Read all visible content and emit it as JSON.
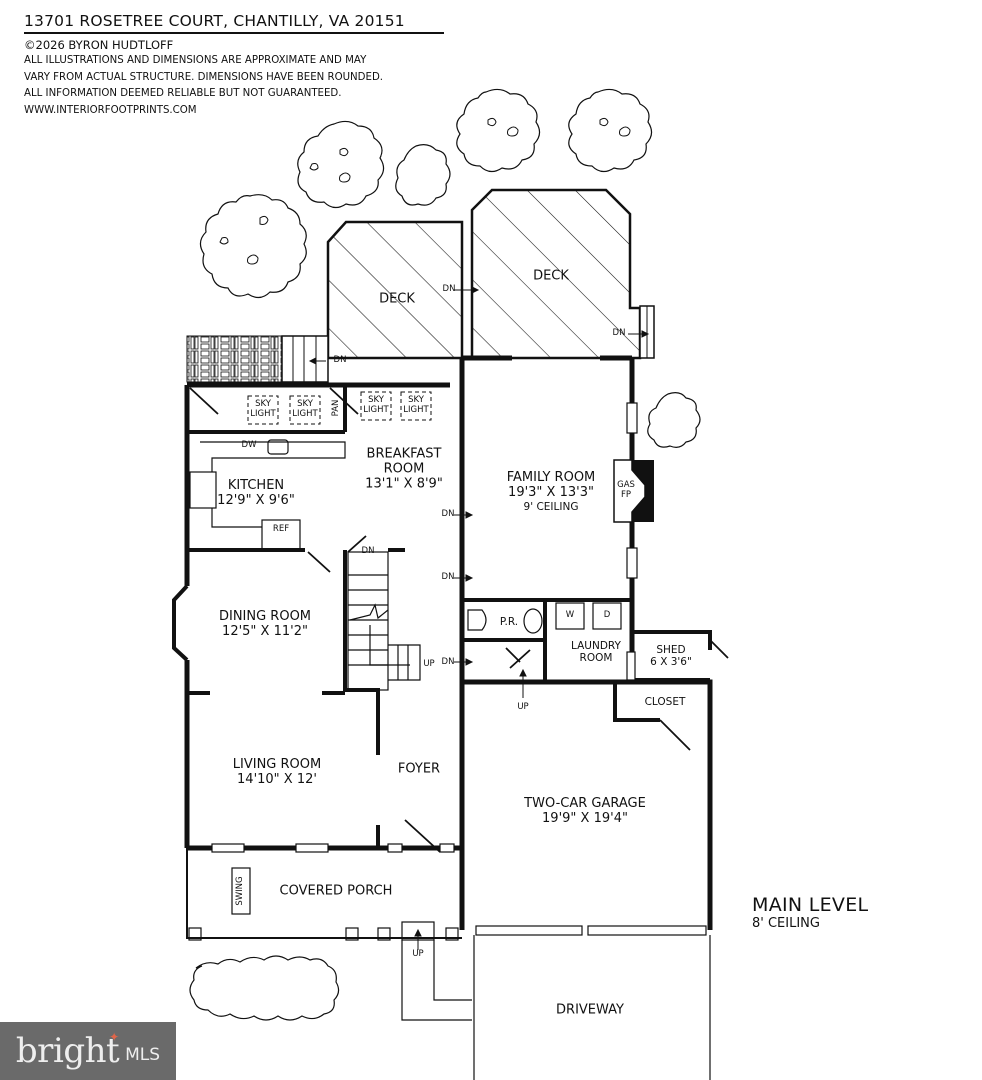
{
  "header": {
    "address": "13701 ROSETREE COURT, CHANTILLY, VA 20151",
    "copyright": "©2026 BYRON HUDTLOFF",
    "disclaimer_1": "ALL ILLUSTRATIONS AND DIMENSIONS ARE APPROXIMATE AND MAY",
    "disclaimer_2": "VARY FROM ACTUAL STRUCTURE. DIMENSIONS HAVE BEEN ROUNDED.",
    "disclaimer_3": "ALL INFORMATION DEEMED RELIABLE BUT NOT GUARANTEED.",
    "website": "WWW.INTERIORFOOTPRINTS.COM"
  },
  "level": {
    "title": "MAIN LEVEL",
    "ceiling": "8' CEILING"
  },
  "rooms": {
    "deck_left": {
      "name": "DECK"
    },
    "deck_right": {
      "name": "DECK"
    },
    "kitchen": {
      "name": "KITCHEN",
      "dim": "12'9\" X 9'6\""
    },
    "breakfast": {
      "name_1": "BREAKFAST",
      "name_2": "ROOM",
      "dim": "13'1\" X 8'9\""
    },
    "family": {
      "name": "FAMILY ROOM",
      "dim": "19'3\" X 13'3\"",
      "ceiling": "9' CEILING"
    },
    "dining": {
      "name": "DINING ROOM",
      "dim": "12'5\" X 11'2\""
    },
    "living": {
      "name": "LIVING ROOM",
      "dim": "14'10\" X 12'"
    },
    "foyer": {
      "name": "FOYER"
    },
    "garage": {
      "name": "TWO-CAR GARAGE",
      "dim": "19'9\" X 19'4\""
    },
    "porch": {
      "name": "COVERED PORCH"
    },
    "laundry": {
      "name_1": "LAUNDRY",
      "name_2": "ROOM"
    },
    "powder": {
      "name": "P.R."
    },
    "shed": {
      "name": "SHED",
      "dim": "6 X 3'6\""
    },
    "closet": {
      "name": "CLOSET"
    },
    "driveway": {
      "name": "DRIVEWAY"
    }
  },
  "fixtures": {
    "skylight_1": "SKY|LIGHT",
    "skylight": [
      "SKY",
      "LIGHT"
    ],
    "pantry": "PAN",
    "dishwasher": "DW",
    "refrigerator": "REF",
    "fireplace_1": "GAS",
    "fireplace_2": "FP",
    "washer": "W",
    "dryer": "D",
    "swing": "SWING"
  },
  "stairs": {
    "dn": "DN",
    "up": "UP"
  },
  "logo": {
    "brand": "bright",
    "suffix": "MLS",
    "tm": "™"
  },
  "colors": {
    "ink": "#111111",
    "logo_bg": "#6a6a6a",
    "logo_star": "#e0664a"
  }
}
